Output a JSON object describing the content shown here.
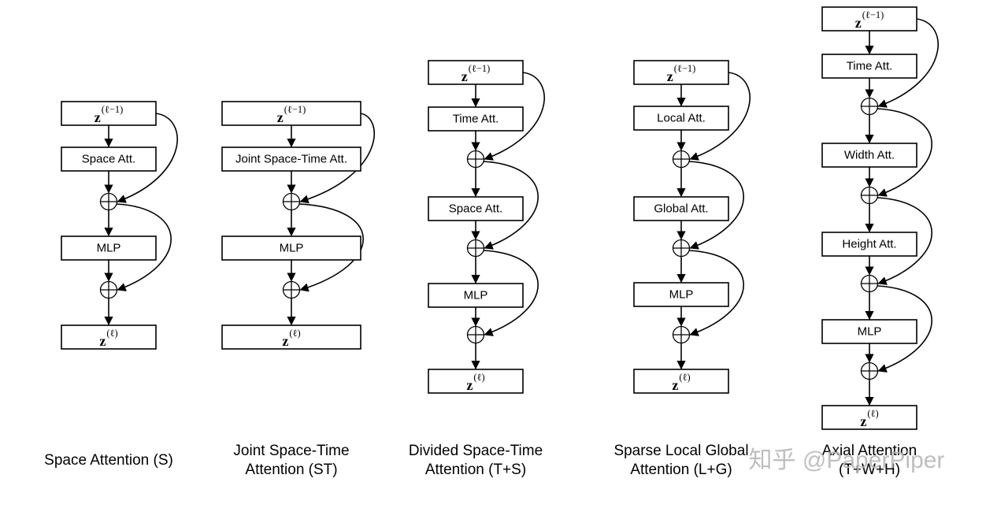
{
  "diagrams": [
    {
      "id": "space",
      "caption": [
        "Space Attention (S)"
      ],
      "nodes": [
        {
          "type": "z",
          "base": "z",
          "sup": "(ℓ−1)"
        },
        {
          "type": "block",
          "label": "Space Att."
        },
        {
          "type": "add"
        },
        {
          "type": "block",
          "label": "MLP"
        },
        {
          "type": "add"
        },
        {
          "type": "z",
          "base": "z",
          "sup": "(ℓ)"
        }
      ]
    },
    {
      "id": "joint",
      "caption": [
        "Joint Space-Time",
        "Attention (ST)"
      ],
      "nodes": [
        {
          "type": "z",
          "base": "z",
          "sup": "(ℓ−1)"
        },
        {
          "type": "block",
          "label": "Joint Space-Time Att."
        },
        {
          "type": "add"
        },
        {
          "type": "block",
          "label": "MLP"
        },
        {
          "type": "add"
        },
        {
          "type": "z",
          "base": "z",
          "sup": "(ℓ)"
        }
      ]
    },
    {
      "id": "divided",
      "caption": [
        "Divided Space-Time",
        "Attention (T+S)"
      ],
      "nodes": [
        {
          "type": "z",
          "base": "z",
          "sup": "(ℓ−1)"
        },
        {
          "type": "block",
          "label": "Time Att."
        },
        {
          "type": "add"
        },
        {
          "type": "block",
          "label": "Space Att."
        },
        {
          "type": "add"
        },
        {
          "type": "block",
          "label": "MLP"
        },
        {
          "type": "add"
        },
        {
          "type": "z",
          "base": "z",
          "sup": "(ℓ)"
        }
      ]
    },
    {
      "id": "sparse",
      "caption": [
        "Sparse Local Global",
        "Attention (L+G)"
      ],
      "nodes": [
        {
          "type": "z",
          "base": "z",
          "sup": "(ℓ−1)"
        },
        {
          "type": "block",
          "label": "Local Att."
        },
        {
          "type": "add"
        },
        {
          "type": "block",
          "label": "Global Att."
        },
        {
          "type": "add"
        },
        {
          "type": "block",
          "label": "MLP"
        },
        {
          "type": "add"
        },
        {
          "type": "z",
          "base": "z",
          "sup": "(ℓ)"
        }
      ]
    },
    {
      "id": "axial",
      "caption": [
        "Axial Attention",
        "(T+W+H)"
      ],
      "nodes": [
        {
          "type": "z",
          "base": "z",
          "sup": "(ℓ−1)"
        },
        {
          "type": "block",
          "label": "Time Att."
        },
        {
          "type": "add"
        },
        {
          "type": "block",
          "label": "Width Att."
        },
        {
          "type": "add"
        },
        {
          "type": "block",
          "label": "Height Att."
        },
        {
          "type": "add"
        },
        {
          "type": "block",
          "label": "MLP"
        },
        {
          "type": "add"
        },
        {
          "type": "z",
          "base": "z",
          "sup": "(ℓ)"
        }
      ]
    }
  ],
  "watermark": "知乎 @PaperPiper"
}
